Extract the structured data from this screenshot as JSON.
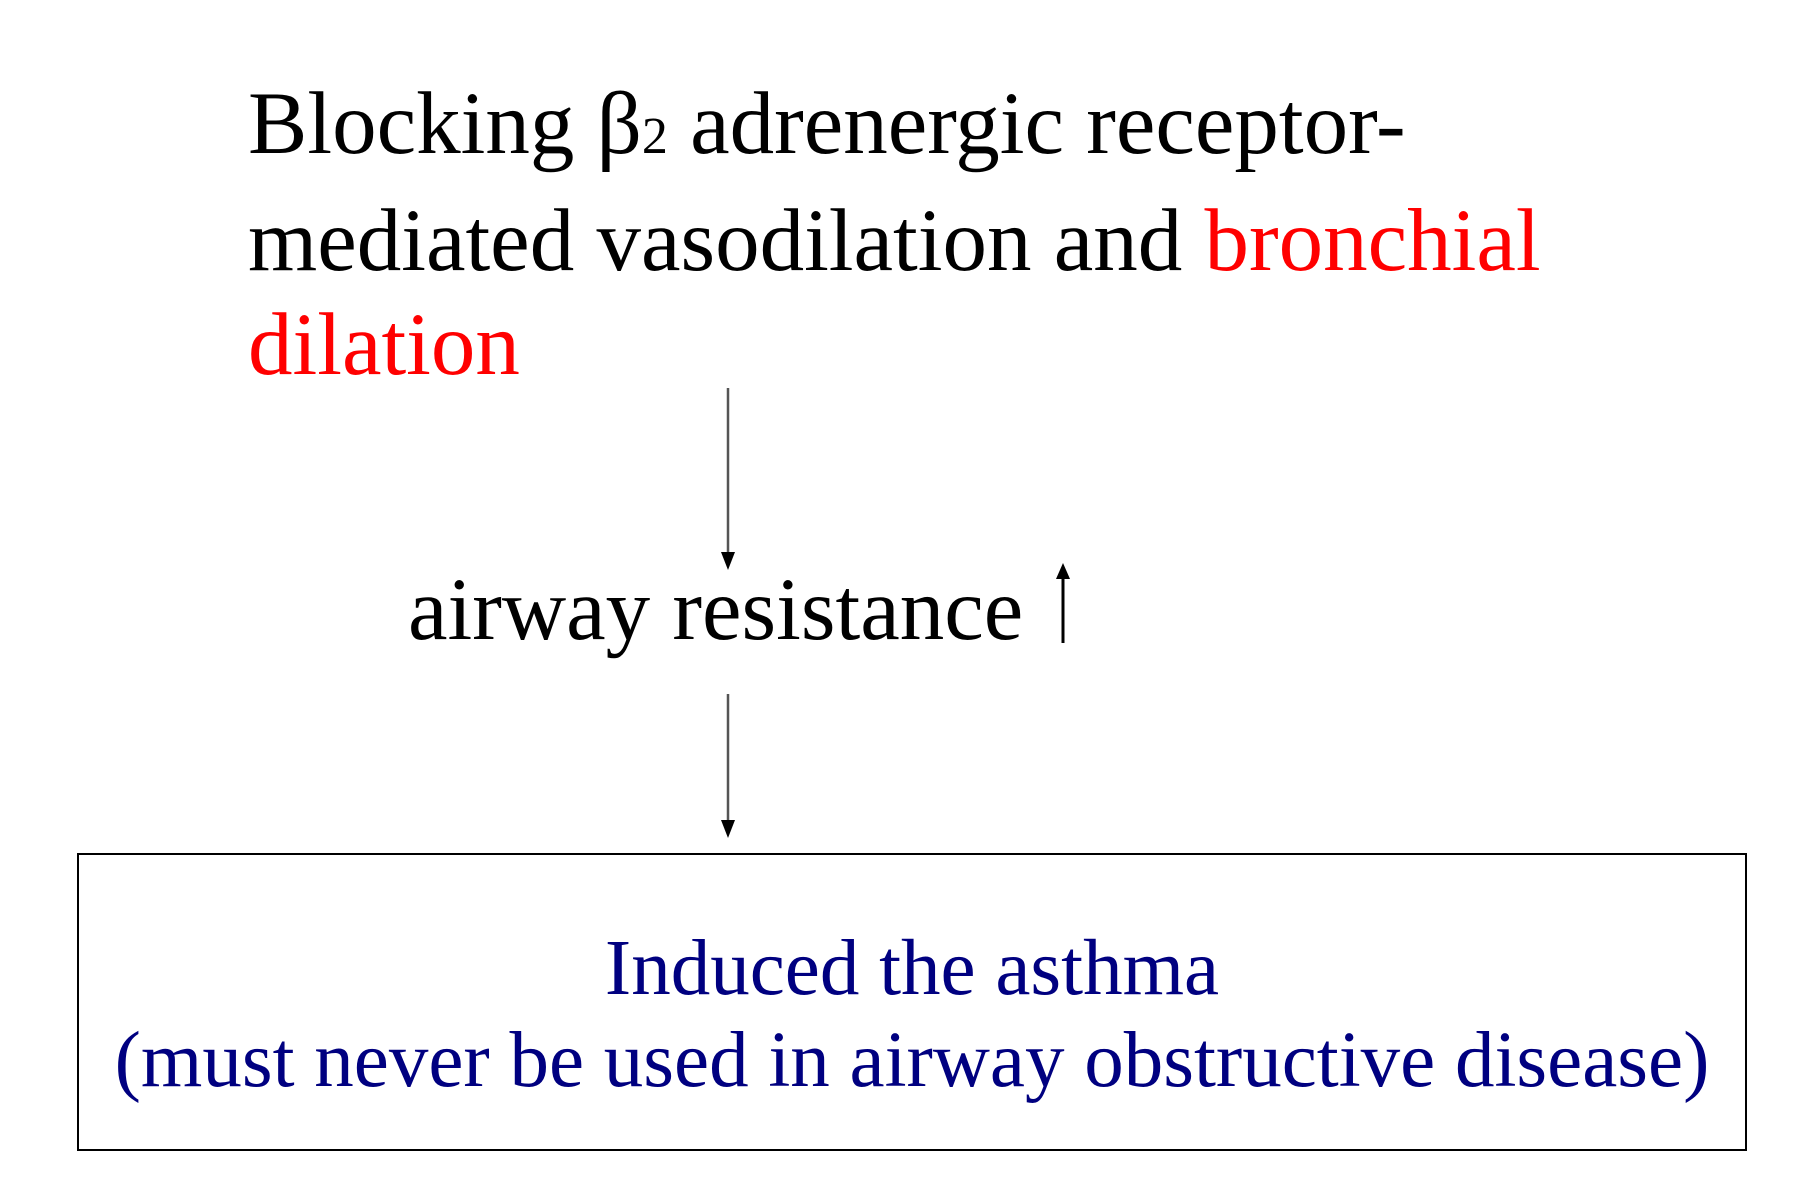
{
  "heading": {
    "line1_pre": "Blocking β",
    "line1_sub": "2",
    "line1_post": " adrenergic receptor-",
    "line2_black": "mediated vasodilation and ",
    "line2_red": "bronchial",
    "line3_red": "dilation",
    "highlight_color": "#ff0000"
  },
  "middle": {
    "label": "airway resistance",
    "trend_icon": "up-arrow-icon"
  },
  "result": {
    "line1": "Induced the asthma",
    "line2": "(must never be used in airway obstructive disease)",
    "text_color": "#000080"
  }
}
